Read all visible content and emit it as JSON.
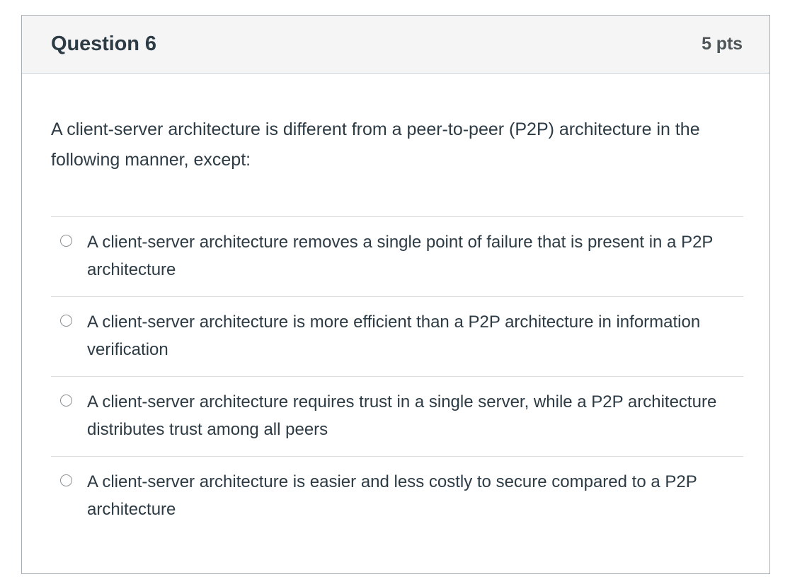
{
  "question": {
    "header": {
      "title": "Question 6",
      "points": "5 pts"
    },
    "prompt": "A client-server architecture is different from a peer-to-peer (P2P) architecture in the following manner, except:",
    "answers": [
      {
        "id": "answer-1",
        "text": "A client-server architecture removes a single point of failure that is present in a P2P architecture",
        "selected": false
      },
      {
        "id": "answer-2",
        "text": "A client-server architecture is more efficient than a P2P architecture in information verification",
        "selected": false
      },
      {
        "id": "answer-3",
        "text": "A client-server architecture requires trust in a single server, while a P2P architecture distributes trust among all peers",
        "selected": false
      },
      {
        "id": "answer-4",
        "text": "A client-server architecture is easier and less costly to secure compared to a P2P architecture",
        "selected": false
      }
    ]
  },
  "colors": {
    "text": "#2d3b45",
    "points": "#4e5659",
    "header_bg": "#f5f5f5",
    "card_border": "#a8adb3",
    "divider": "#dddddd",
    "radio_border": "#8b9196"
  }
}
